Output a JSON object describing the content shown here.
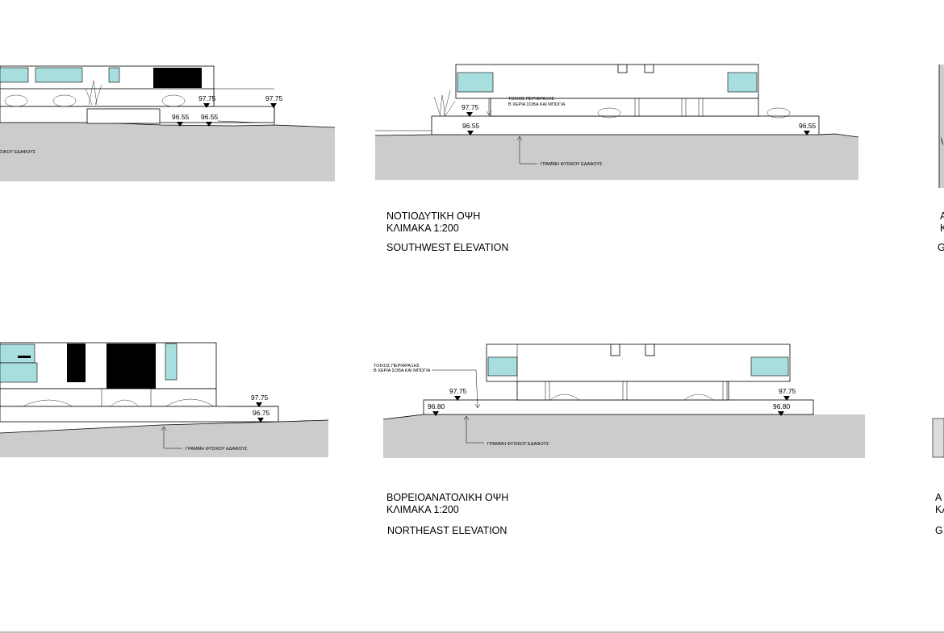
{
  "elevations": [
    {
      "id": "sw",
      "title_gr": "ΝΟΤΙΟΔΥΤΙΚΗ ΟΨΗ",
      "scale": "ΚΛΙΜΑΚΑ 1:200",
      "title_en": "SOUTHWEST ELEVATION",
      "levels": [
        "97.75",
        "96.55",
        "96.55"
      ],
      "notes": [
        "ΤΟΙΧΟΣ ΠΕΡΙΦΡΑΞΗΣ",
        "Β ΧΕΡΙΑ ΣΟΒΑ ΚΑΙ ΜΠΟΓΙΑ",
        "ΓΡΑΜΜΗ ΦΥΣΙΚΟΥ ΕΔΑΦΟΥΣ"
      ]
    },
    {
      "id": "ne",
      "title_gr": "ΒΟΡΕΙΟΑΝΑΤΟΛΙΚΗ ΟΨΗ",
      "scale": "ΚΛΙΜΑΚΑ 1:200",
      "title_en": "NORTHEAST ELEVATION",
      "levels": [
        "97.75",
        "97.75",
        "96.80",
        "96.80"
      ],
      "notes": [
        "ΤΟΙΧΟΣ ΠΕΡΙΦΡΑΞΗΣ",
        "Β ΧΕΡΙΑ ΣΟΒΑ ΚΑΙ ΜΠΟΓΙΑ",
        "ΓΡΑΜΜΗ ΦΥΣΙΚΟΥ ΕΔΑΦΟΥΣ"
      ]
    }
  ],
  "left_top": {
    "levels": [
      "97.75",
      "97.75",
      "96.55",
      "96.55"
    ],
    "note": "ΣΙΚΟΥ ΕΔΑΦΟΥΣ"
  },
  "left_bottom": {
    "levels": [
      "97.75",
      "96.75"
    ],
    "note": "ΓΡΑΜΜΗ ΦΥΣΙΚΟΥ ΕΔΑΦΟΥΣ"
  },
  "right_top": {
    "line1": "Α",
    "line2": "Κ",
    "line3": "G"
  },
  "right_bottom": {
    "line1": "Α",
    "line2": "ΚΛ",
    "line3": "G"
  },
  "colors": {
    "ground": "#cccccc",
    "glass": "#a8dedd"
  }
}
